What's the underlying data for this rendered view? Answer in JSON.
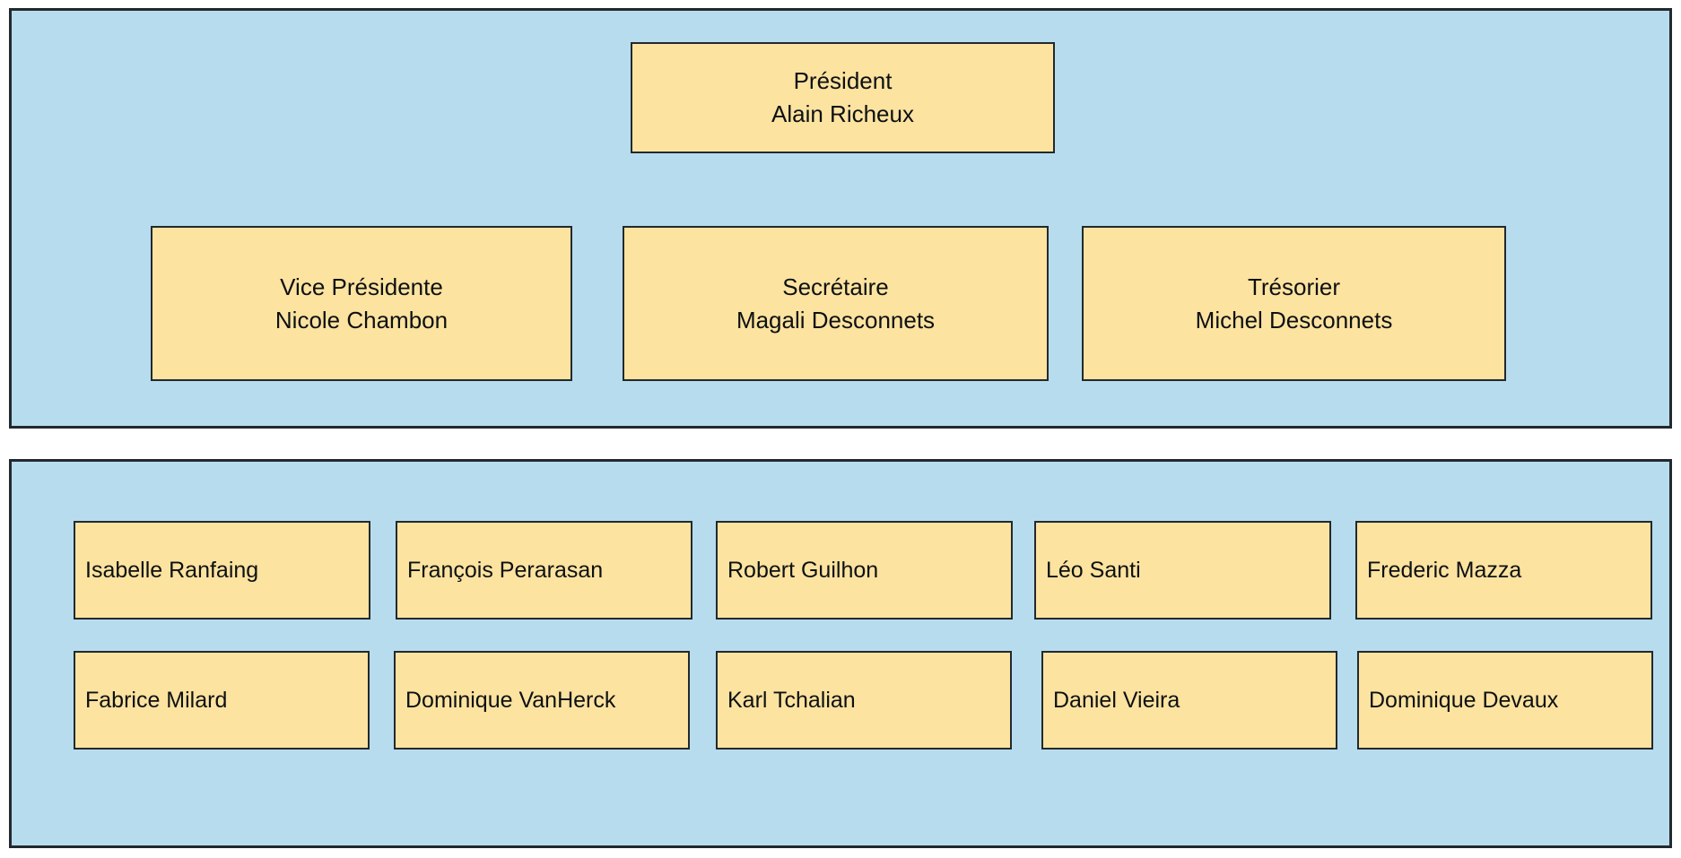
{
  "diagram": {
    "type": "organization-chart",
    "colors": {
      "panel_background": "#b7dced",
      "node_background": "#fde3a0",
      "border": "#22292e",
      "text": "#0d1112",
      "page_background": "#ffffff"
    },
    "sections": [
      {
        "id": "board",
        "name": "executive-board",
        "levels": [
          {
            "id": "level-president",
            "nodes": [
              {
                "role": "Président",
                "name": "Alain Richeux"
              }
            ]
          },
          {
            "id": "level-officers",
            "nodes": [
              {
                "role": "Vice Présidente",
                "name": "Nicole Chambon"
              },
              {
                "role": "Secrétaire",
                "name": "Magali Desconnets"
              },
              {
                "role": "Trésorier",
                "name": "Michel Desconnets"
              }
            ]
          }
        ]
      },
      {
        "id": "members",
        "name": "members-panel",
        "rows": [
          [
            {
              "name": "Isabelle Ranfaing"
            },
            {
              "name": "François Perarasan"
            },
            {
              "name": "Robert Guilhon"
            },
            {
              "name": "Léo Santi"
            },
            {
              "name": "Frederic Mazza"
            }
          ],
          [
            {
              "name": "Fabrice Milard"
            },
            {
              "name": "Dominique VanHerck"
            },
            {
              "name": "Karl Tchalian"
            },
            {
              "name": "Daniel Vieira"
            },
            {
              "name": "Dominique Devaux"
            }
          ]
        ]
      }
    ]
  }
}
